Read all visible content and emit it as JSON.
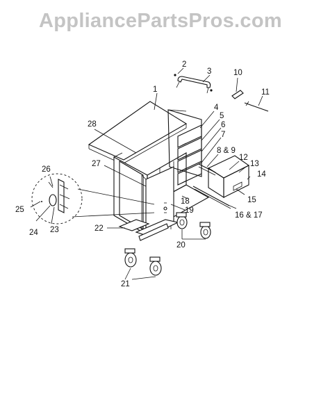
{
  "watermark": "AppliancePartsPros.com",
  "callouts": {
    "c1": "1",
    "c2": "2",
    "c3": "3",
    "c4": "4",
    "c5": "5",
    "c6": "6",
    "c7": "7",
    "c8": "8 & 9",
    "c10": "10",
    "c11": "11",
    "c12": "12",
    "c13": "13",
    "c14": "14",
    "c15": "15",
    "c16": "16 & 17",
    "c18": "18",
    "c19": "19",
    "c20": "20",
    "c21": "21",
    "c22": "22",
    "c23": "23",
    "c24": "24",
    "c25": "25",
    "c26": "26",
    "c27": "27",
    "c28": "28"
  }
}
